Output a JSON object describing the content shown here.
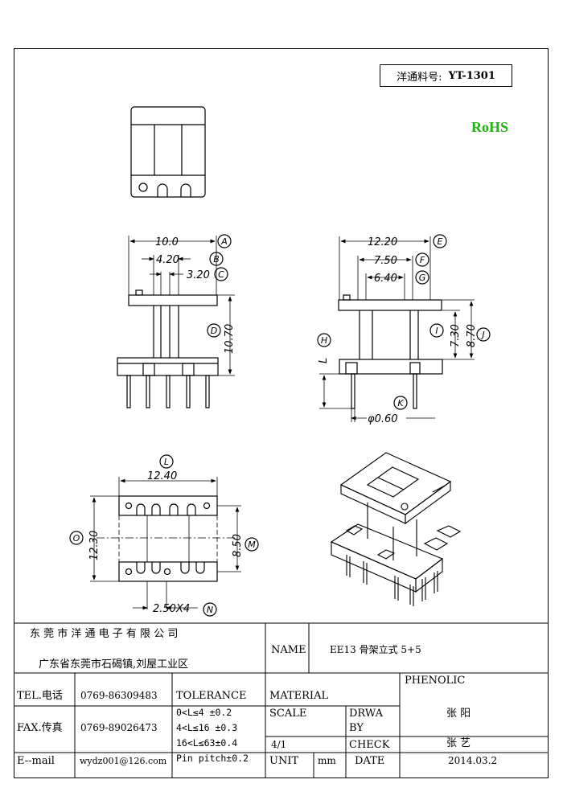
{
  "part_number": {
    "label": "洋通料号:",
    "value": "YT-1301"
  },
  "rohs": "RoHS",
  "dimensions": {
    "A": "10.0",
    "B": "4.20",
    "C": "3.20",
    "D": "10.70",
    "E": "12.20",
    "F": "7.50",
    "G": "6.40",
    "H": "L",
    "I": "7.30",
    "J": "8.70",
    "K": "φ0.60",
    "L": "12.40",
    "M": "8.50",
    "N": "2.50X4",
    "O": "12.30"
  },
  "callouts": [
    "A",
    "B",
    "C",
    "D",
    "E",
    "F",
    "G",
    "H",
    "I",
    "J",
    "K",
    "L",
    "M",
    "N",
    "O"
  ],
  "title_block": {
    "company": "东 莞 市 洋 通 电 子 有 限 公 司",
    "address": "广东省东莞市石碣镇,刘屋工业区",
    "name_label": "NAME",
    "name_value": "EE13 骨架立式 5+5",
    "tel_label": "TEL.电话",
    "tel_value": "0769-86309483",
    "fax_label": "FAX.传真",
    "fax_value": "0769-89026473",
    "email_label": "E--mail",
    "email_value": "wydz001@126.com",
    "tolerance_label": "TOLERANCE",
    "tol_1": "0<L≤4   ±0.2",
    "tol_2": "4<L≤16  ±0.3",
    "tol_3": "16<L≤63±0.4",
    "tol_4": "Pin pitch±0.2",
    "material_label": "MATERIAL",
    "material_value": "PHENOLIC",
    "scale_label": "SCALE",
    "scale_value": "4/1",
    "draw_by_label_1": "DRWA",
    "draw_by_label_2": "BY",
    "draw_by_value": "张  阳",
    "check_label": "CHECK",
    "check_value": "张  艺",
    "unit_label": "UNIT",
    "unit_value": "mm",
    "date_label": "DATE",
    "date_value": "2014.03.2"
  }
}
